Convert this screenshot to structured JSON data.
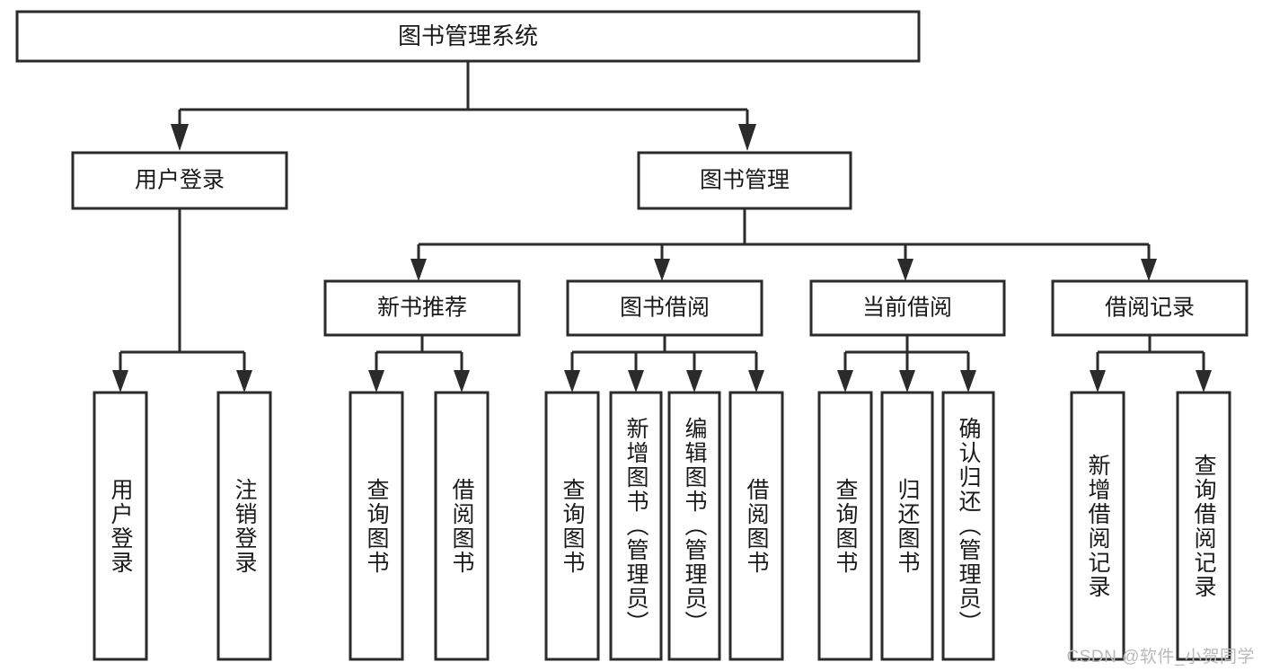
{
  "diagram": {
    "title": "图书管理系统",
    "type": "tree-hierarchy-diagram",
    "colors": {
      "box_stroke": "#2b2b2b",
      "box_fill": "#ffffff",
      "text": "#1a1a1a",
      "watermark": "#b9b9b9",
      "background": "#ffffff"
    },
    "root": {
      "label": "图书管理系统"
    },
    "level2": [
      {
        "label": "用户登录"
      },
      {
        "label": "图书管理"
      }
    ],
    "level3": [
      {
        "label": "新书推荐"
      },
      {
        "label": "图书借阅"
      },
      {
        "label": "当前借阅"
      },
      {
        "label": "借阅记录"
      }
    ],
    "leaves": {
      "user_login": [
        {
          "label": "用户登录"
        },
        {
          "label": "注销登录"
        }
      ],
      "new_book_recommend": [
        {
          "label": "查询图书"
        },
        {
          "label": "借阅图书"
        }
      ],
      "book_borrow": [
        {
          "label": "查询图书"
        },
        {
          "label": "新增图书（管理员）"
        },
        {
          "label": "编辑图书（管理员）"
        },
        {
          "label": "借阅图书"
        }
      ],
      "current_borrow": [
        {
          "label": "查询图书"
        },
        {
          "label": "归还图书"
        },
        {
          "label": "确认归还（管理员）"
        }
      ],
      "borrow_record": [
        {
          "label": "新增借阅记录"
        },
        {
          "label": "查询借阅记录"
        }
      ]
    }
  },
  "watermark": {
    "text": "CSDN @软件_小贺同学"
  }
}
